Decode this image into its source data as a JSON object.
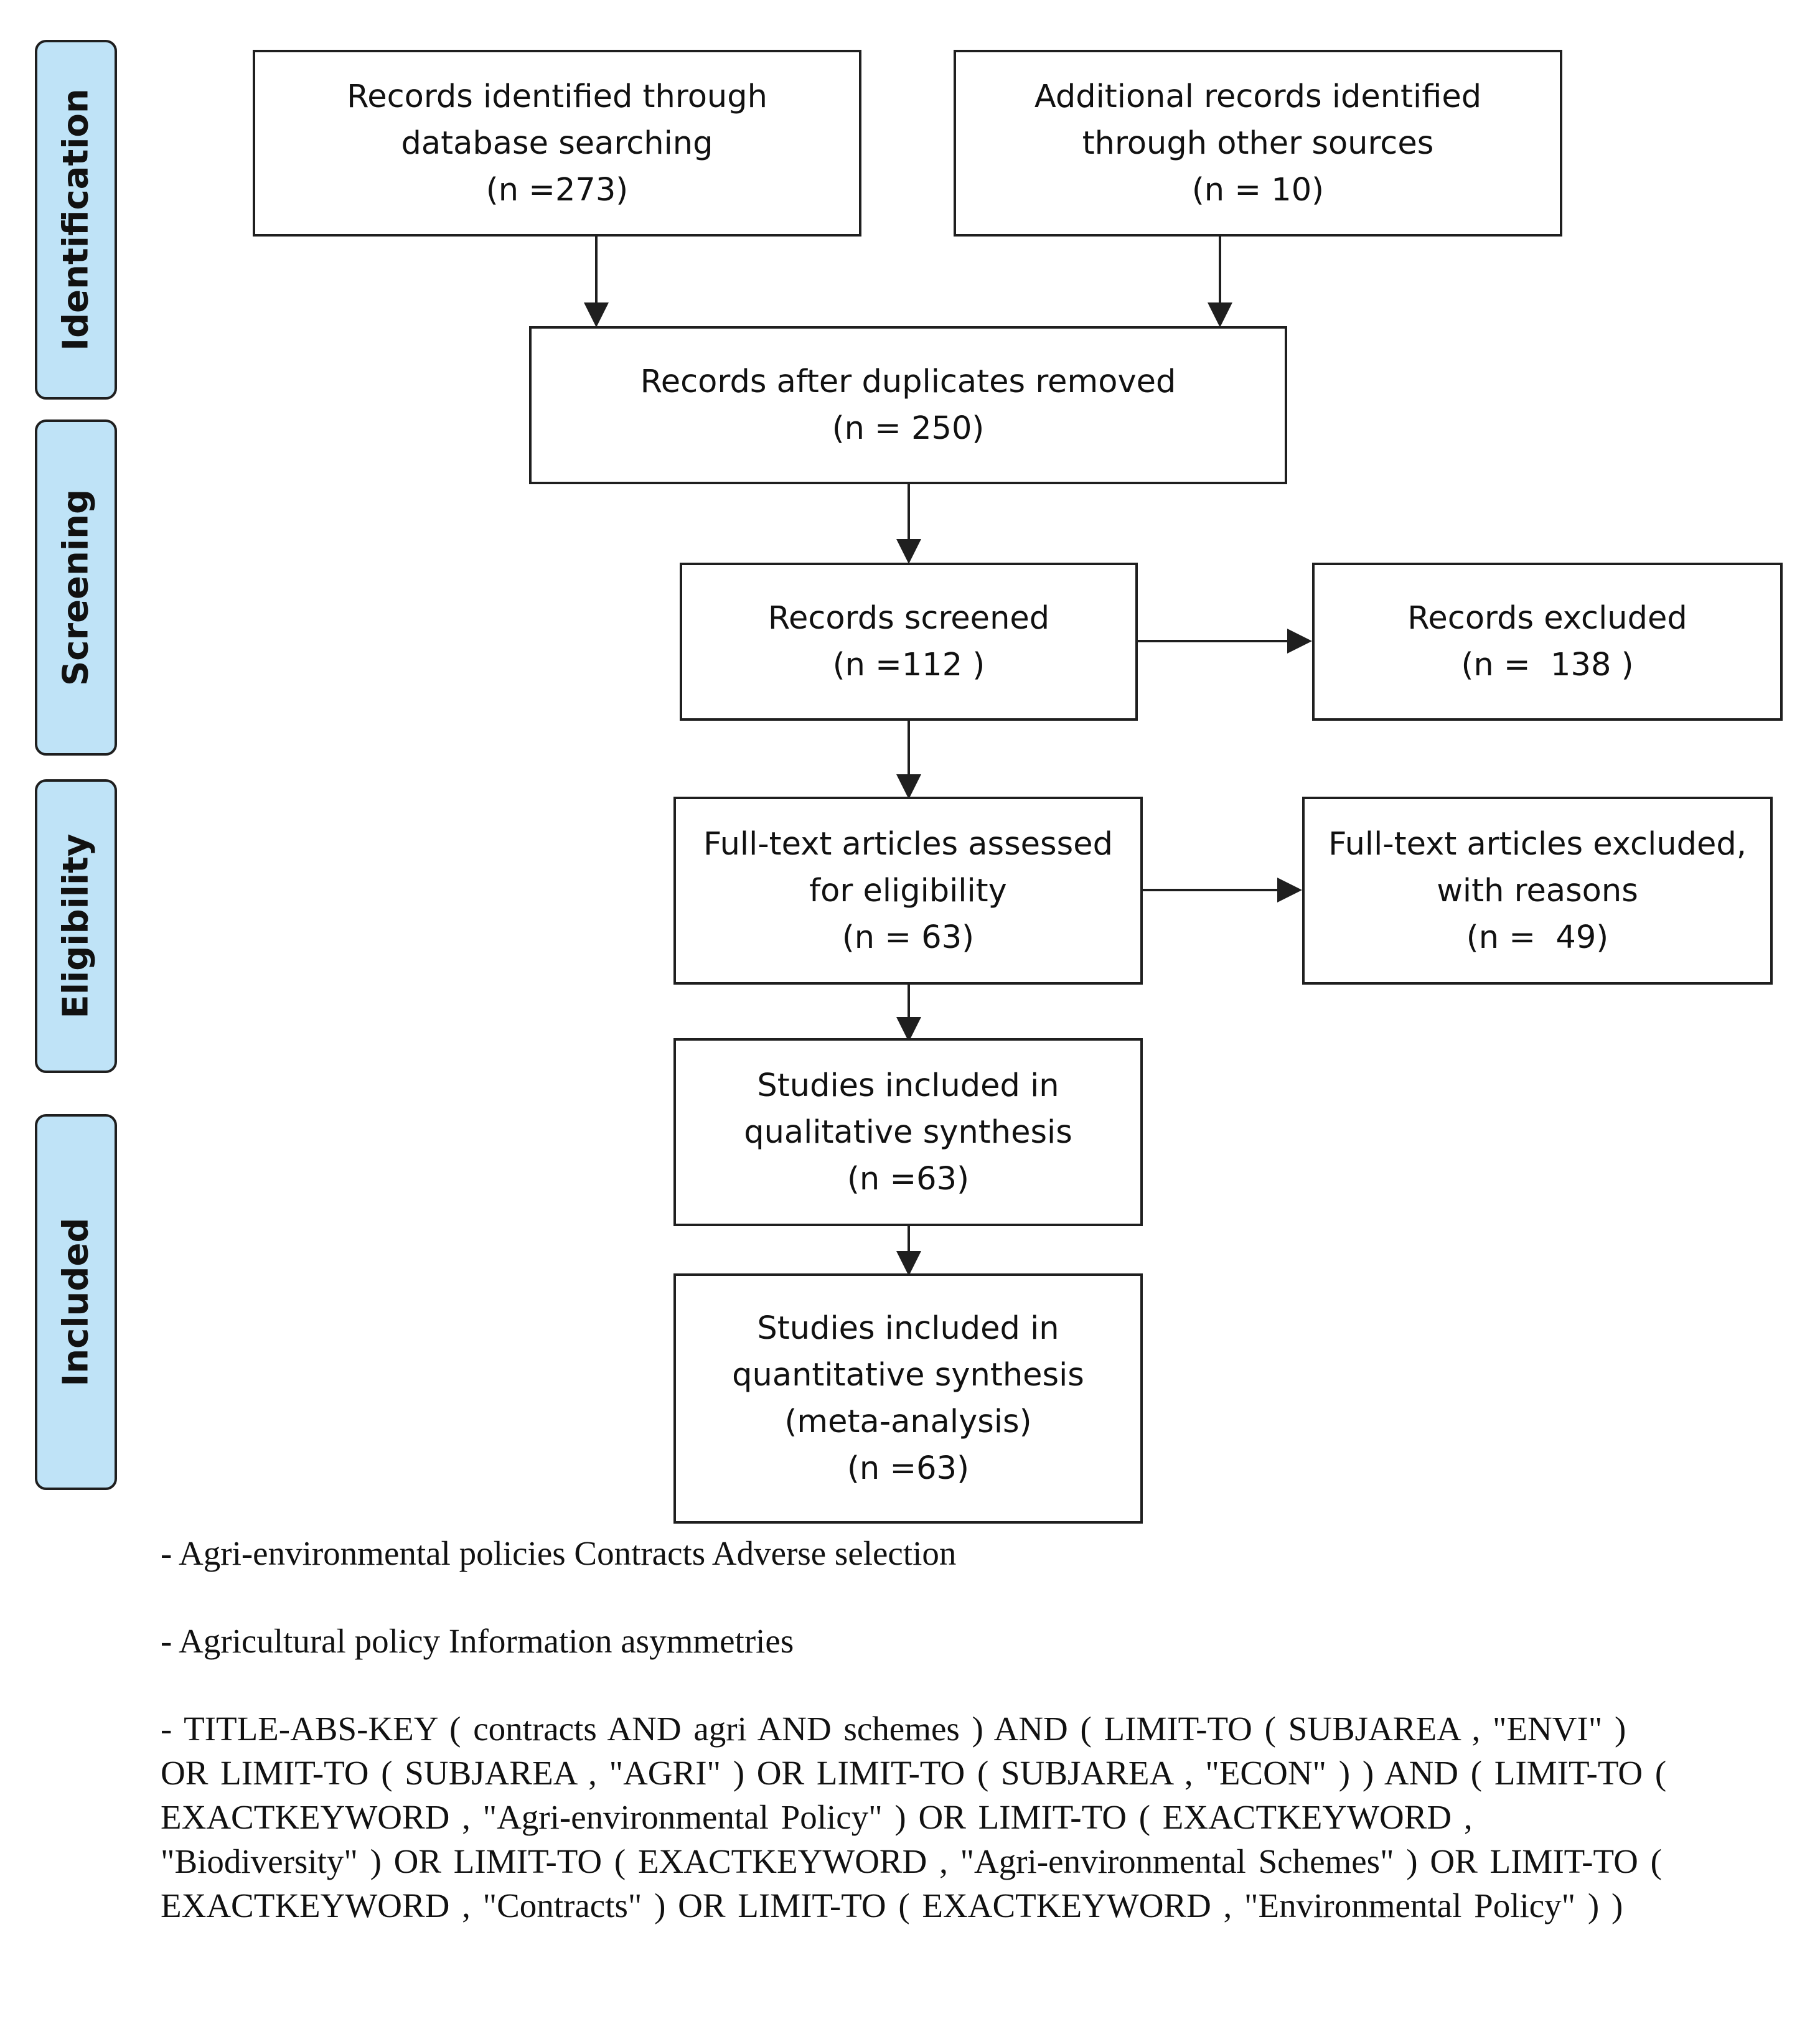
{
  "phases": {
    "identification": "Identification",
    "screening": "Screening",
    "eligibility": "Eligibility",
    "included": "Included"
  },
  "boxes": {
    "db_search": {
      "l1": "Records identified through",
      "l2": "database searching",
      "n": "(n =273)"
    },
    "other_sources": {
      "l1": "Additional records identified",
      "l2": "through other sources",
      "n": "(n = 10)"
    },
    "duplicates_removed": {
      "l1": "Records after duplicates removed",
      "n": "(n = 250)"
    },
    "screened": {
      "l1": "Records screened",
      "n": "(n =112 )"
    },
    "excluded": {
      "l1": "Records excluded",
      "n": "(n =  138 )"
    },
    "fulltext_assessed": {
      "l1": "Full-text articles assessed",
      "l2": "for eligibility",
      "n": "(n = 63)"
    },
    "fulltext_excluded": {
      "l1": "Full-text articles excluded,",
      "l2": "with reasons",
      "n": "(n =  49)"
    },
    "qualitative": {
      "l1": "Studies included in",
      "l2": "qualitative synthesis",
      "n": "(n =63)"
    },
    "quantitative": {
      "l1": "Studies included in",
      "l2": "quantitative synthesis",
      "l3": "(meta-analysis)",
      "n": "(n =63)"
    }
  },
  "notes": {
    "line1": "- Agri-environmental policies Contracts Adverse selection",
    "line2": "- Agricultural policy Information asymmetries",
    "query": "- TITLE-ABS-KEY ( contracts  AND agri  AND schemes )  AND  ( LIMIT-TO ( SUBJAREA ,  \"ENVI\" )  OR  LIMIT-TO ( SUBJAREA ,  \"AGRI\" )  OR  LIMIT-TO ( SUBJAREA ,  \"ECON\" )  )  AND  ( LIMIT-TO ( EXACTKEYWORD ,  \"Agri-environmental Policy\" )  OR  LIMIT-TO ( EXACTKEYWORD ,  \"Biodiversity\" )  OR  LIMIT-TO ( EXACTKEYWORD ,  \"Agri-environmental Schemes\" )  OR  LIMIT-TO ( EXACTKEYWORD ,  \"Contracts\" )  OR  LIMIT-TO ( EXACTKEYWORD ,  \"Environmental Policy\" ) )"
  },
  "colors": {
    "phase_fill": "#bfe3f7",
    "stroke": "#1f1f1f"
  }
}
